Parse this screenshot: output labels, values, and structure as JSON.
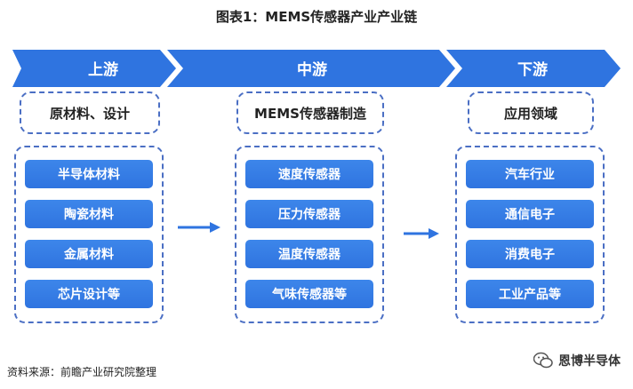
{
  "title": "图表1：MEMS传感器产业产业链",
  "stages": [
    {
      "label": "上游",
      "header": "原材料、设计",
      "items": [
        "半导体材料",
        "陶瓷材料",
        "金属材料",
        "芯片设计等"
      ]
    },
    {
      "label": "中游",
      "header": "MEMS传感器制造",
      "items": [
        "速度传感器",
        "压力传感器",
        "温度传感器",
        "气味传感器等"
      ]
    },
    {
      "label": "下游",
      "header": "应用领域",
      "items": [
        "汽车行业",
        "通信电子",
        "消费电子",
        "工业产品等"
      ]
    }
  ],
  "source": "资料来源：前瞻产业研究院整理",
  "wechat_account": "恩博半导体",
  "colors": {
    "banner": "#2f74e0",
    "item": "#3d86ea",
    "dashed_border": "#4b6fc4"
  }
}
